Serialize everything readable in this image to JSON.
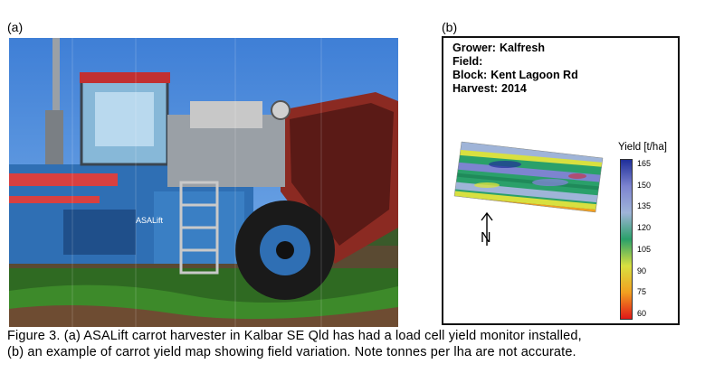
{
  "figure": {
    "panel_a_label": "(a)",
    "panel_b_label": "(b)",
    "caption_line1": "Figure 3. (a) ASALift carrot harvester in Kalbar SE Qld has had a load cell yield monitor installed,",
    "caption_line2": "(b) an example of carrot yield map showing field variation. Note tonnes per lha are not accurate."
  },
  "photo": {
    "description_icon": "carrot-harvester-photo",
    "machine_text": "ASALift"
  },
  "yield_map": {
    "grower_label": "Grower:",
    "grower": "Kalfresh",
    "field_label": "Field:",
    "field": "",
    "block_label": "Block:",
    "block": "Kent Lagoon Rd",
    "harvest_label": "Harvest:",
    "harvest": "2014",
    "north_symbol": "N",
    "legend_title": "Yield [t/ha]",
    "legend_ticks": [
      "165",
      "150",
      "135",
      "120",
      "105",
      "90",
      "75",
      "60"
    ],
    "legend_min": 60,
    "legend_max": 165,
    "colors": {
      "high": "#1f2f9a",
      "upper": "#7d84d0",
      "mid_high": "#9fb4d8",
      "mid": "#2aa06a",
      "mid_low": "#d8e040",
      "low": "#f2a020",
      "min": "#e01818"
    }
  }
}
